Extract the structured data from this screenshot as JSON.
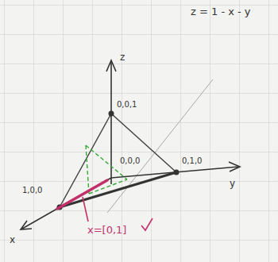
{
  "diagram": {
    "labels": [
      "z = 1 - x - y",
      "z",
      "0,0,1",
      "0,0,0",
      "0,1,0",
      "y",
      "1,0,0",
      "x",
      "x=[0,1]"
    ]
  }
}
